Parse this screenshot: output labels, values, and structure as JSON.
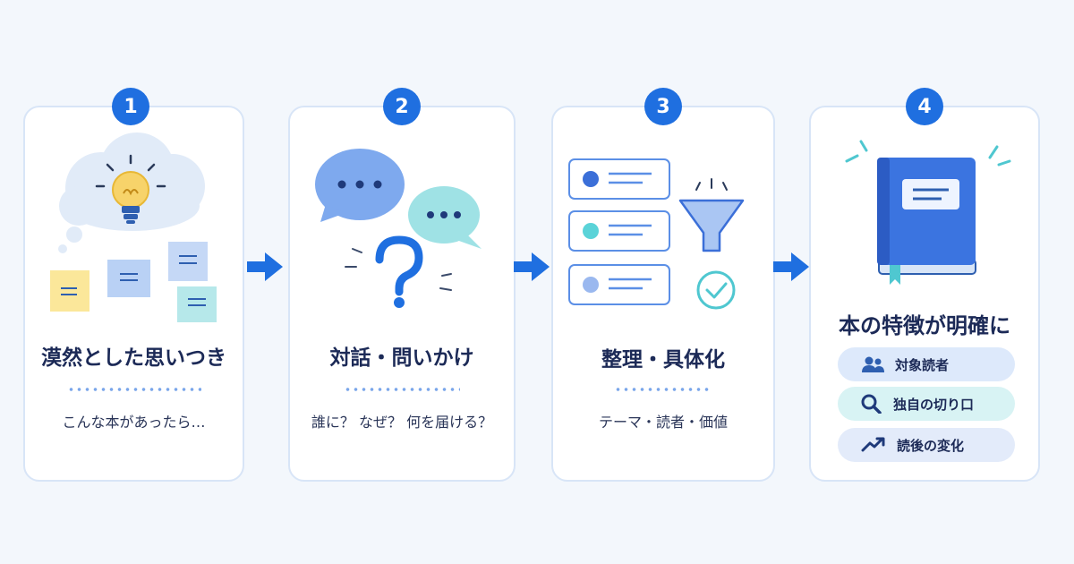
{
  "steps": [
    {
      "number": "1",
      "title": "漠然とした思いつき",
      "subtitle": "こんな本があったら…"
    },
    {
      "number": "2",
      "title": "対話・問いかけ",
      "subtitle": "誰に？ なぜ？ 何を届ける？"
    },
    {
      "number": "3",
      "title": "整理・具体化",
      "subtitle": "テーマ・読者・価値"
    },
    {
      "number": "4",
      "title": "本の特徴が明確に",
      "features": [
        "対象読者",
        "独自の切り口",
        "読後の変化"
      ]
    }
  ],
  "icons": {
    "step1": [
      "thought-cloud-icon",
      "lightbulb-icon",
      "sticky-note-icon"
    ],
    "step2": [
      "speech-bubble-icon",
      "question-mark-icon"
    ],
    "step3": [
      "list-card-icon",
      "funnel-icon",
      "check-circle-icon"
    ],
    "step4": [
      "book-icon",
      "users-icon",
      "search-icon",
      "trend-up-icon"
    ]
  },
  "colors": {
    "accent": "#1f6fe0",
    "card_border": "#d8e5f7",
    "background": "#f3f7fc"
  }
}
